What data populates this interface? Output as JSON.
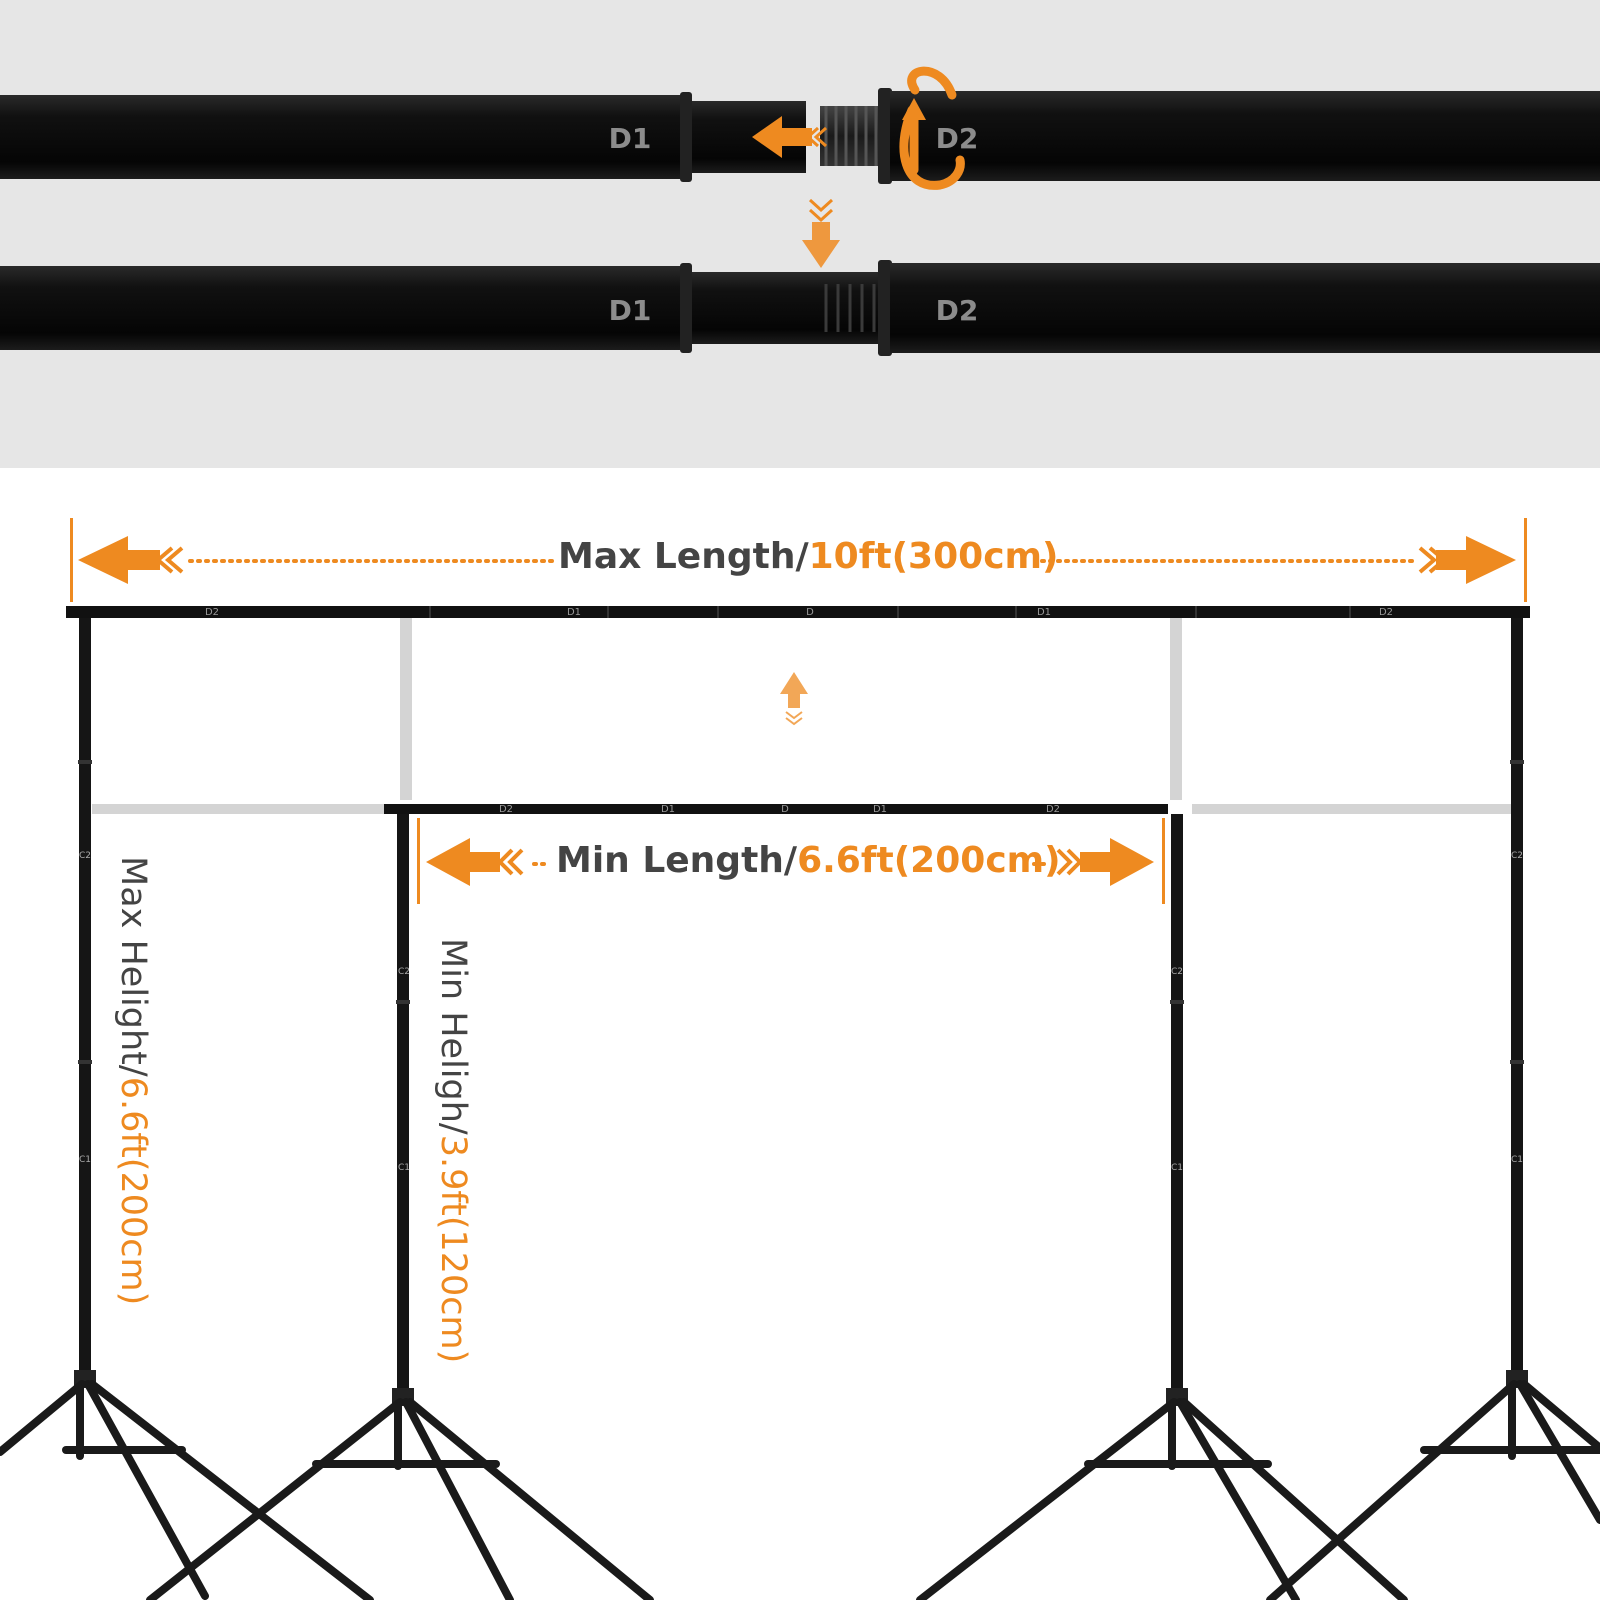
{
  "connection": {
    "pole_left_label": "D1",
    "pole_right_label": "D2",
    "joined_left_label": "D1",
    "joined_right_label": "D2"
  },
  "bar_labels": {
    "top": [
      "D2",
      "D1",
      "D",
      "D1",
      "D2"
    ],
    "bottom": [
      "D2",
      "D1",
      "D",
      "D1",
      "D2"
    ]
  },
  "stand_labels": {
    "upper": "C2",
    "lower": "C1"
  },
  "dimensions": {
    "max_length": {
      "prefix": "Max Length/",
      "value": "10ft(300cm)"
    },
    "min_length": {
      "prefix": "Min Length/",
      "value": "6.6ft(200cm)"
    },
    "max_height": {
      "prefix": "Max Helight/",
      "value": "6.6ft(200cm)"
    },
    "min_height": {
      "prefix": "Min Heligh/",
      "value": "3.9ft(120cm)"
    }
  },
  "colors": {
    "accent": "#ee8a20",
    "text_dark": "#444444",
    "pole": "#141414",
    "top_background": "#e6e6e6",
    "ghost_pole": "#cfcfcf"
  }
}
